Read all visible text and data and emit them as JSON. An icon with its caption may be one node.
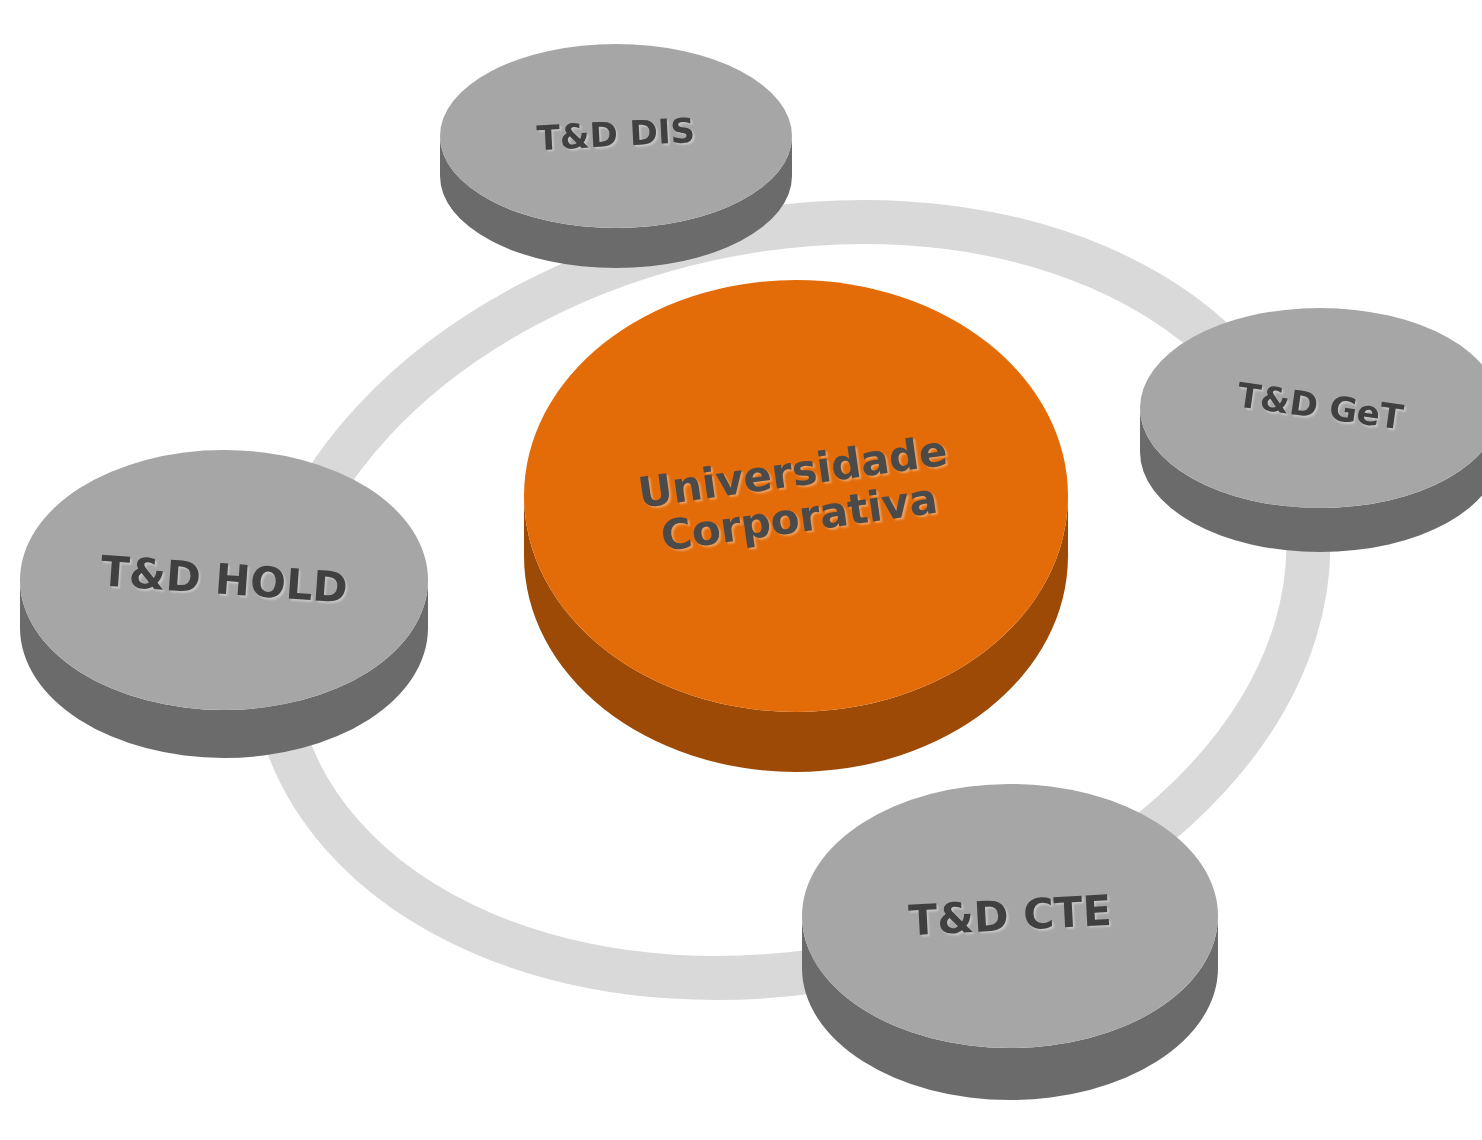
{
  "diagram": {
    "nodes": [
      {
        "text": [
          "T&D DIS"
        ]
      },
      {
        "text": [
          "T&D GeT"
        ]
      },
      {
        "text": [
          "Universidade Corporativa"
        ]
      },
      {
        "text": [
          "T&D HOLD"
        ]
      },
      {
        "text": [
          "T&D CTE"
        ]
      }
    ]
  }
}
